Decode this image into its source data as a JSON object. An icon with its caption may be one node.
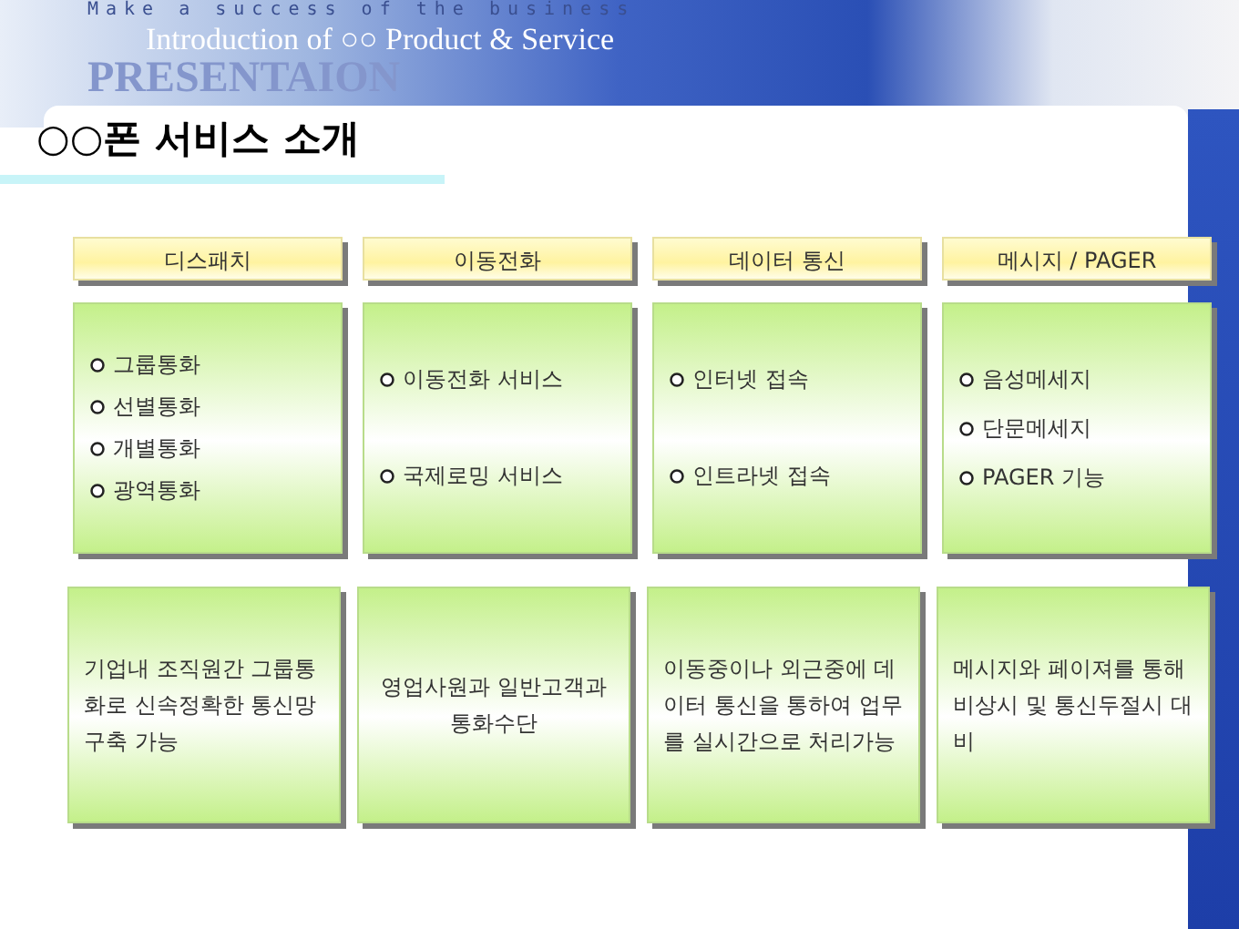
{
  "diagram": {
    "title": "○○폰 서비스 소개",
    "nodes": [
      {
        "text": [
          "디스패치"
        ]
      },
      {
        "text": [
          "이동전화"
        ]
      },
      {
        "text": [
          "데이터 통신"
        ]
      },
      {
        "text": [
          "메시지 / PAGER"
        ]
      },
      {
        "text": [
          "그룹통화",
          "선별통화",
          "개별통화",
          "광역통화"
        ]
      },
      {
        "text": [
          "이동전화 서비스",
          "국제로밍 서비스"
        ]
      },
      {
        "text": [
          "인터넷 접속",
          "인트라넷 접속"
        ]
      },
      {
        "text": [
          "음성메세지",
          "단문메세지",
          "PAGER 기능"
        ]
      },
      {
        "text": [
          "기업내 조직원간 그룹통화로 신속정확한 통신망 구축 가능"
        ]
      },
      {
        "text": [
          "영업사원과 일반고객과 통화수단"
        ]
      },
      {
        "text": [
          "이동중이나 외근중에 데이터 통신을 통하여 업무를 실시간으로 처리가능"
        ]
      },
      {
        "text": [
          "메시지와 페이져를 통해 비상시 및 통신두절시 대비"
        ]
      }
    ],
    "labels": [
      "Make a success of the business",
      "PRESENTAION",
      "Introduction of ○○ Product & Service"
    ]
  }
}
